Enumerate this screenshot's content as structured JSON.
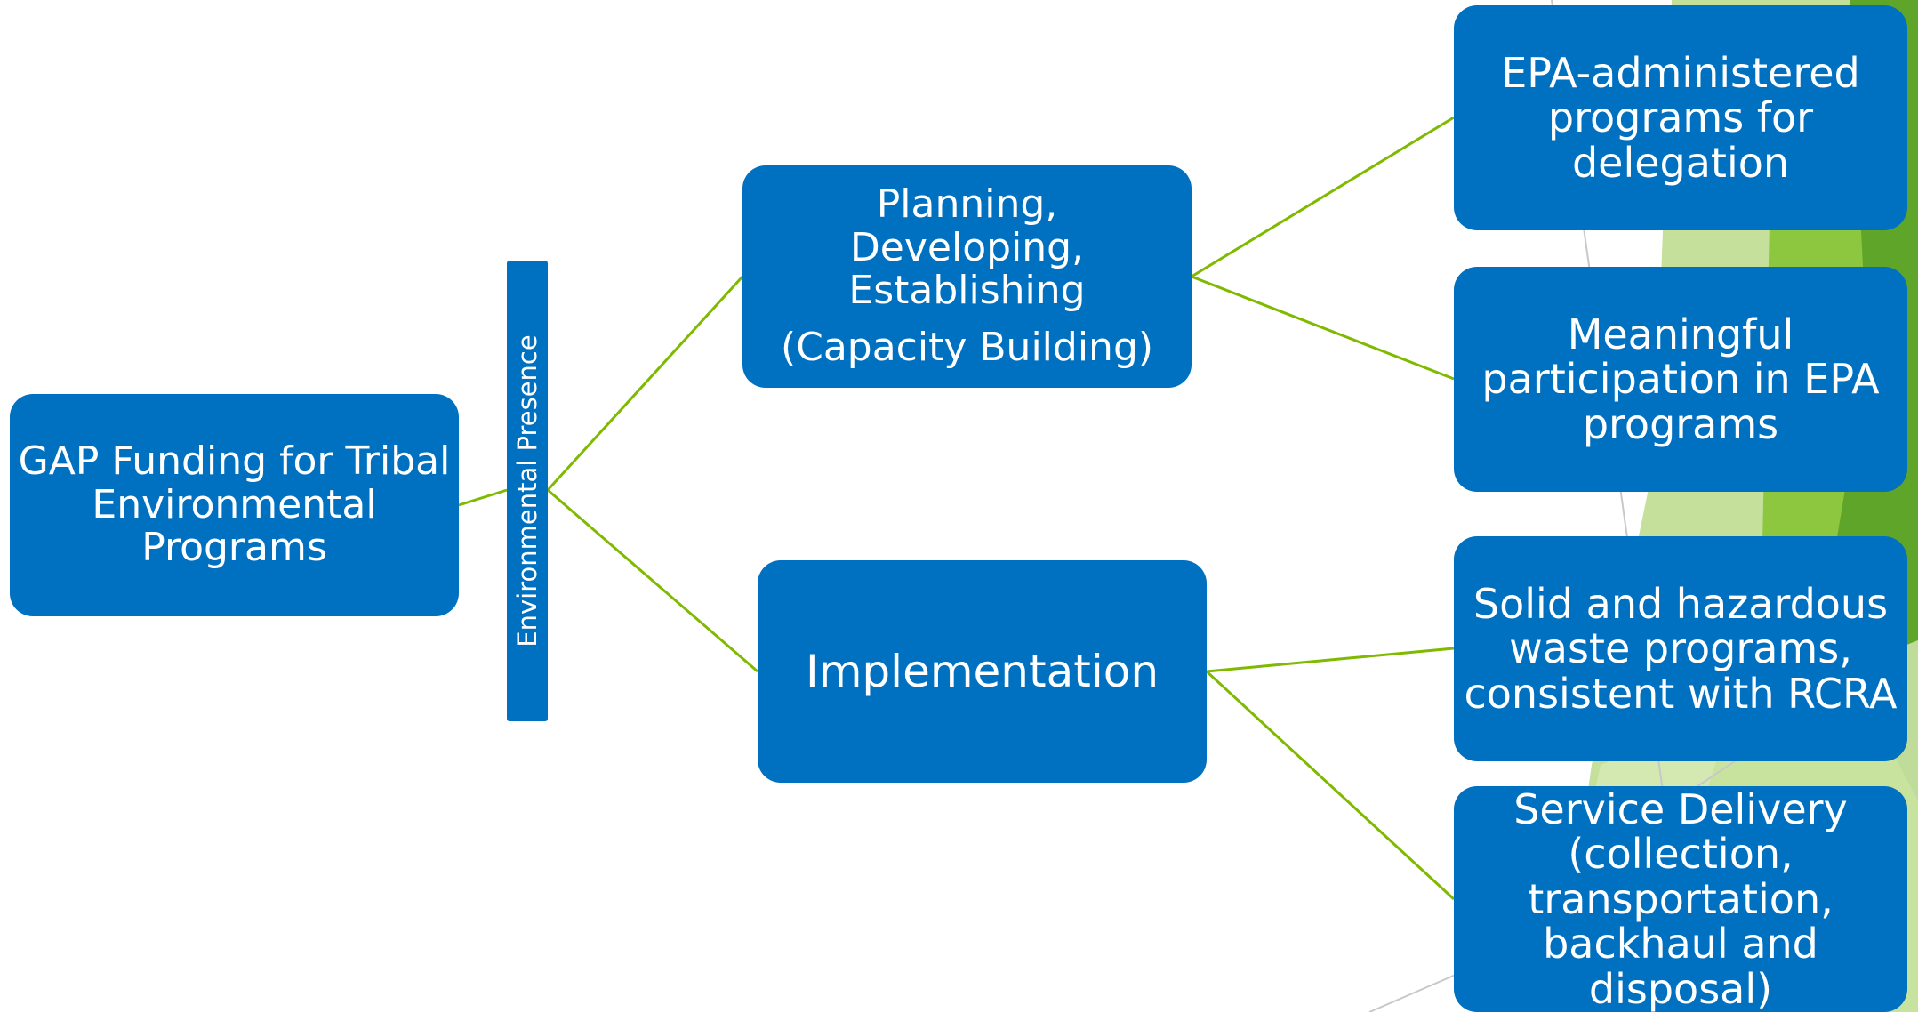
{
  "colors": {
    "node_fill": "#0070c0",
    "node_text": "#ffffff",
    "connector": "#7fba00",
    "decor_green_dark": "#5ea52a",
    "decor_green_mid": "#8dc63f",
    "decor_green_light": "#c5e09a"
  },
  "root": {
    "label": "GAP Funding for Tribal\nEnvironmental\nPrograms"
  },
  "bar": {
    "label": "Environmental Presence"
  },
  "branches": {
    "planning": {
      "label": "Planning,\nDeveloping,\nEstablishing",
      "sublabel": "(Capacity Building)",
      "children": [
        "EPA-administered\nprograms for\ndelegation",
        "Meaningful\nparticipation in EPA\nprograms"
      ]
    },
    "implementation": {
      "label": "Implementation",
      "children": [
        "Solid and hazardous\nwaste programs,\nconsistent with RCRA",
        "Service Delivery\n(collection,\ntransportation,\nbackhaul and disposal)"
      ]
    }
  }
}
